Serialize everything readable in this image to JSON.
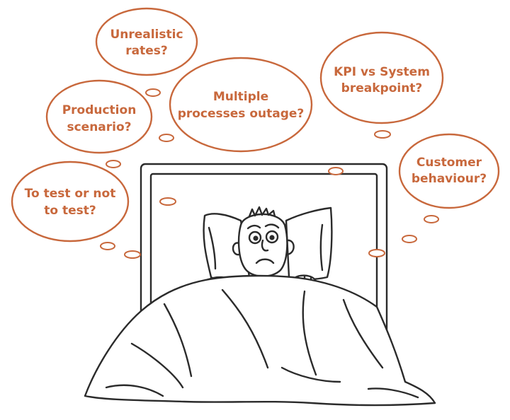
{
  "colors": {
    "bubble": "#c8683c",
    "ink": "#2b2b2b"
  },
  "thoughts": [
    {
      "id": "unrealistic-rates",
      "lines": [
        "Unrealistic",
        "rates?"
      ]
    },
    {
      "id": "production-scenario",
      "lines": [
        "Production",
        "scenario?"
      ]
    },
    {
      "id": "multiple-processes-outage",
      "lines": [
        "Multiple",
        "processes outage?"
      ]
    },
    {
      "id": "kpi-vs-system-breakpoint",
      "lines": [
        "KPI vs System",
        "breakpoint?"
      ]
    },
    {
      "id": "customer-behaviour",
      "lines": [
        "Customer",
        "behaviour?"
      ]
    },
    {
      "id": "to-test-or-not",
      "lines": [
        "To test or not",
        "to test?"
      ]
    }
  ]
}
